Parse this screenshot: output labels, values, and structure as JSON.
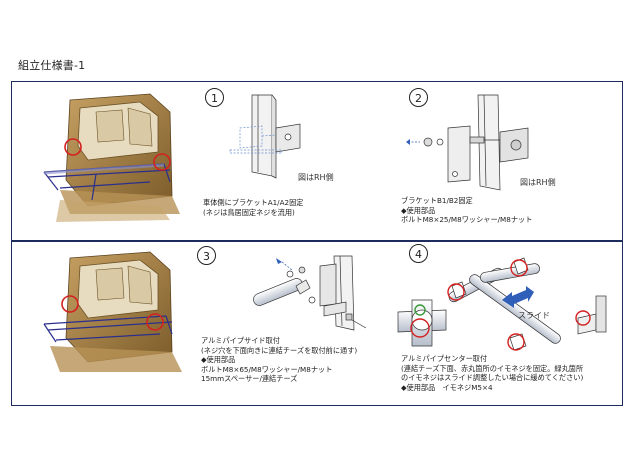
{
  "document": {
    "title": "組立仕様書-1"
  },
  "steps": [
    {
      "number": "1",
      "side_label": "図はRH側",
      "caption": [
        "車体側にブラケットA1/A2固定",
        "(ネジは鳥居固定ネジを流用)"
      ]
    },
    {
      "number": "2",
      "side_label": "図はRH側",
      "caption": [
        "ブラケットB1/B2固定",
        "◆使用部品",
        "ボルトM8×25/M8ワッシャー/M8ナット"
      ]
    },
    {
      "number": "3",
      "caption": [
        "アルミパイプサイド取付",
        "(ネジ穴を下面向きに連結チーズを取付前に通す)",
        "◆使用部品",
        "ボルトM8×65/M8ワッシャー/M8ナット",
        "15mmスペーサー/連結チーズ"
      ]
    },
    {
      "number": "4",
      "slide_label": "スライド",
      "caption": [
        "アルミパイプセンター取付",
        "(連結チーズ下面、赤丸箇所のイモネジを固定。緑丸箇所",
        "のイモネジはスライド調整したい場合に緩めてください)",
        "◆使用部品　イモネジM5×4"
      ]
    }
  ],
  "colors": {
    "frame": "#1d2c5c",
    "highlight_red": "#d42020",
    "highlight_green": "#3a9a3a",
    "arrow_blue": "#2f5fb8",
    "cabin_brown": "#a88448"
  }
}
